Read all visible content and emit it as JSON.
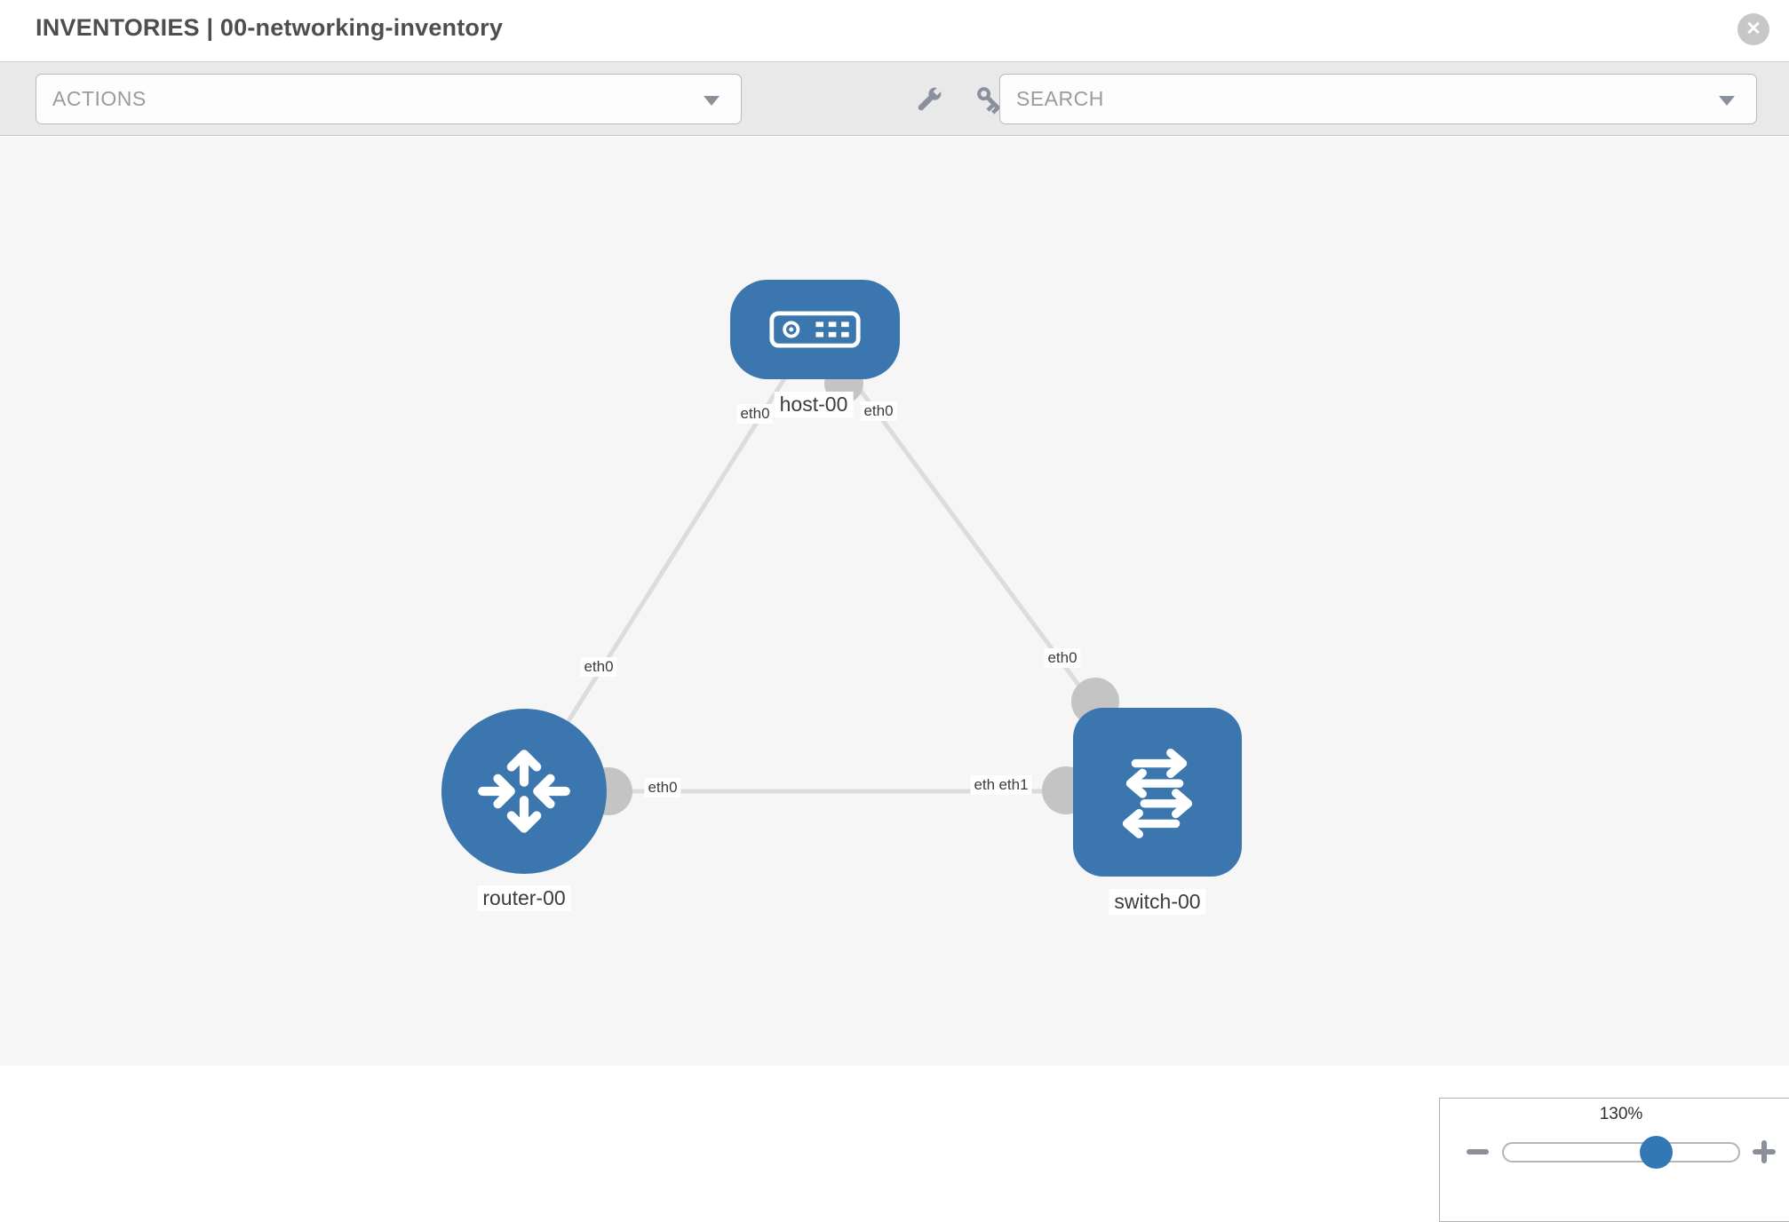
{
  "header": {
    "title": "INVENTORIES | 00-networking-inventory"
  },
  "toolbar": {
    "actions_dropdown": {
      "label": "ACTIONS"
    },
    "search_dropdown": {
      "label": "SEARCH"
    }
  },
  "icons": {
    "close": "✕",
    "actions_caret": "▾",
    "search_caret": "▾",
    "wrench": "wrench",
    "key": "key",
    "zoom_out": "−",
    "zoom_in": "+"
  },
  "topology": {
    "nodes": [
      {
        "label": "host-00",
        "type": "host"
      },
      {
        "label": "router-00",
        "type": "router"
      },
      {
        "label": "switch-00",
        "type": "switch"
      }
    ],
    "links": [
      {
        "from": "host-00",
        "to": "router-00"
      },
      {
        "from": "host-00",
        "to": "switch-00"
      },
      {
        "from": "router-00",
        "to": "switch-00"
      }
    ],
    "port_labels": [
      {
        "text": "eth0",
        "near": "host-00-left"
      },
      {
        "text": "eth0",
        "near": "host-00-right"
      },
      {
        "text": "eth0",
        "near": "router-00-uplink"
      },
      {
        "text": "eth0",
        "near": "switch-00-uplink"
      },
      {
        "text": "eth0",
        "near": "router-00-right"
      },
      {
        "text": "eth0",
        "near": "switch-00-left-back"
      },
      {
        "text": "eth1",
        "near": "switch-00-left-front"
      }
    ]
  },
  "zoom_control": {
    "value": "130%"
  },
  "colors": {
    "node_blue": "#3b76af",
    "slider_handle_blue": "#3178b5",
    "toolbar_gray": "#e9e9e9",
    "canvas_gray": "#f6f6f6",
    "icon_gray": "#8a919c",
    "link_gray": "#dcdcdc",
    "port_gray": "#c4c4c4"
  }
}
